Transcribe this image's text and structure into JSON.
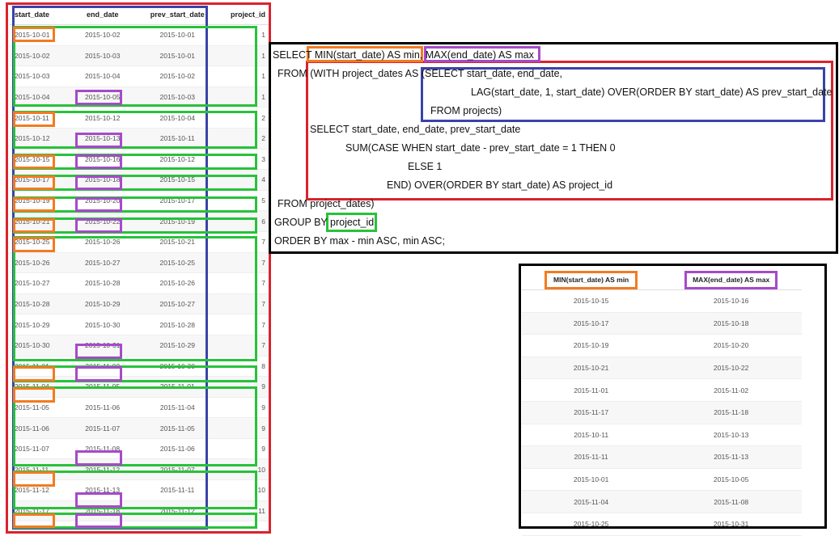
{
  "left_table": {
    "headers": [
      "start_date",
      "end_date",
      "prev_start_date",
      "project_id"
    ],
    "rows": [
      [
        "2015-10-01",
        "2015-10-02",
        "2015-10-01",
        "1"
      ],
      [
        "2015-10-02",
        "2015-10-03",
        "2015-10-01",
        "1"
      ],
      [
        "2015-10-03",
        "2015-10-04",
        "2015-10-02",
        "1"
      ],
      [
        "2015-10-04",
        "2015-10-05",
        "2015-10-03",
        "1"
      ],
      [
        "2015-10-11",
        "2015-10-12",
        "2015-10-04",
        "2"
      ],
      [
        "2015-10-12",
        "2015-10-13",
        "2015-10-11",
        "2"
      ],
      [
        "2015-10-15",
        "2015-10-16",
        "2015-10-12",
        "3"
      ],
      [
        "2015-10-17",
        "2015-10-18",
        "2015-10-15",
        "4"
      ],
      [
        "2015-10-19",
        "2015-10-20",
        "2015-10-17",
        "5"
      ],
      [
        "2015-10-21",
        "2015-10-22",
        "2015-10-19",
        "6"
      ],
      [
        "2015-10-25",
        "2015-10-26",
        "2015-10-21",
        "7"
      ],
      [
        "2015-10-26",
        "2015-10-27",
        "2015-10-25",
        "7"
      ],
      [
        "2015-10-27",
        "2015-10-28",
        "2015-10-26",
        "7"
      ],
      [
        "2015-10-28",
        "2015-10-29",
        "2015-10-27",
        "7"
      ],
      [
        "2015-10-29",
        "2015-10-30",
        "2015-10-28",
        "7"
      ],
      [
        "2015-10-30",
        "2015-10-31",
        "2015-10-29",
        "7"
      ],
      [
        "2015-11-01",
        "2015-11-02",
        "2015-10-30",
        "8"
      ],
      [
        "2015-11-04",
        "2015-11-05",
        "2015-11-01",
        "9"
      ],
      [
        "2015-11-05",
        "2015-11-06",
        "2015-11-04",
        "9"
      ],
      [
        "2015-11-06",
        "2015-11-07",
        "2015-11-05",
        "9"
      ],
      [
        "2015-11-07",
        "2015-11-08",
        "2015-11-06",
        "9"
      ],
      [
        "2015-11-11",
        "2015-11-12",
        "2015-11-07",
        "10"
      ],
      [
        "2015-11-12",
        "2015-11-13",
        "2015-11-11",
        "10"
      ],
      [
        "2015-11-17",
        "2015-11-18",
        "2015-11-12",
        "11"
      ]
    ]
  },
  "sql": {
    "lines": [
      "SELECT MIN(start_date) AS min, MAX(end_date) AS max",
      "FROM (WITH project_dates AS (SELECT start_date, end_date,",
      "LAG(start_date, 1, start_date) OVER(ORDER BY start_date) AS prev_start_date",
      "FROM projects)",
      "SELECT start_date, end_date, prev_start_date",
      "SUM(CASE WHEN start_date - prev_start_date = 1 THEN 0",
      "ELSE 1",
      "END) OVER(ORDER BY start_date) AS project_id",
      "FROM project_dates)",
      "GROUP BY project_id",
      "ORDER BY max - min ASC, min ASC;"
    ]
  },
  "result_table": {
    "headers": [
      "MIN(start_date) AS min",
      "MAX(end_date) AS max"
    ],
    "rows": [
      [
        "2015-10-15",
        "2015-10-16"
      ],
      [
        "2015-10-17",
        "2015-10-18"
      ],
      [
        "2015-10-19",
        "2015-10-20"
      ],
      [
        "2015-10-21",
        "2015-10-22"
      ],
      [
        "2015-11-01",
        "2015-11-02"
      ],
      [
        "2015-11-17",
        "2015-11-18"
      ],
      [
        "2015-10-11",
        "2015-10-13"
      ],
      [
        "2015-11-11",
        "2015-11-13"
      ],
      [
        "2015-10-01",
        "2015-10-05"
      ],
      [
        "2015-11-04",
        "2015-11-08"
      ],
      [
        "2015-10-25",
        "2015-10-31"
      ]
    ]
  },
  "colors": {
    "red": "#d9232d",
    "blue": "#3a43a8",
    "green": "#27c23a",
    "orange": "#f27b21",
    "purple": "#a64ac9",
    "black": "#000000"
  }
}
